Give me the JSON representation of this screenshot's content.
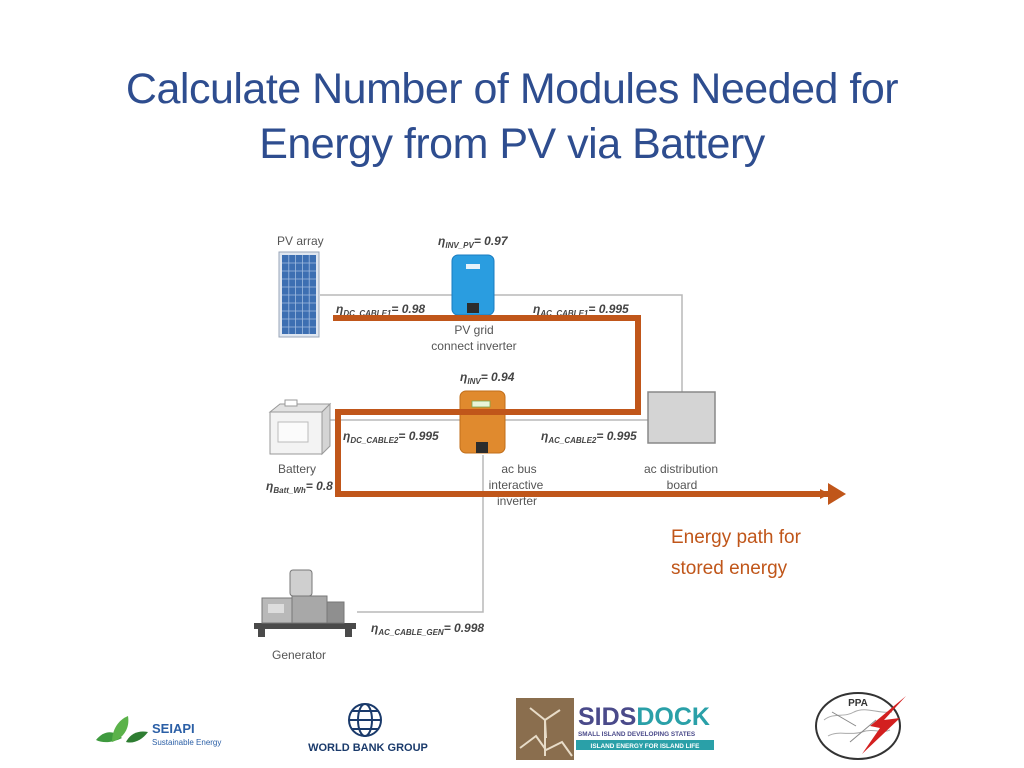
{
  "slide": {
    "title_line1": "Calculate Number of Modules Needed for",
    "title_line2": "Energy from PV via Battery"
  },
  "diagram": {
    "pv_array_label": "PV array",
    "eta_inv_pv": {
      "sub": "INV_PV",
      "value": "= 0.97"
    },
    "eta_dc_cable1": {
      "sub": "DC_CABLE1",
      "value": "= 0.98"
    },
    "eta_ac_cable1": {
      "sub": "AC_CABLE1",
      "value": "= 0.995"
    },
    "pv_inverter_label_line1": "PV grid",
    "pv_inverter_label_line2": "connect inverter",
    "eta_inv": {
      "sub": "INV",
      "value": "= 0.94"
    },
    "eta_dc_cable2": {
      "sub": "DC_CABLE2",
      "value": "= 0.995"
    },
    "eta_ac_cable2": {
      "sub": "AC_CABLE2",
      "value": "= 0.995"
    },
    "battery_label": "Battery",
    "eta_batt": {
      "sub": "Batt_Wh",
      "value": "= 0.8"
    },
    "ac_bus_label_line1": "ac bus",
    "ac_bus_label_line2": "interactive",
    "ac_bus_label_line3": "inverter",
    "distribution_label_line1": "ac distribution",
    "distribution_label_line2": "board",
    "eta_ac_cable_gen": {
      "sub": "AC_CABLE_GEN",
      "value": "= 0.998"
    },
    "generator_label": "Generator",
    "eta_symbol": "η"
  },
  "legend": {
    "line1": "Energy path for",
    "line2": "stored energy"
  },
  "logos": {
    "seiapi_name": "SEIAPI",
    "seiapi_tagline": "Sustainable Energy",
    "world_bank": "WORLD BANK GROUP",
    "sids": "SIDS",
    "dock": "DOCK",
    "sids_subtitle": "SMALL ISLAND DEVELOPING STATES",
    "sids_tagline": "ISLAND ENERGY FOR ISLAND LIFE",
    "ppa": "PPA"
  },
  "colors": {
    "title": "#2e4d8f",
    "energy_path": "#c0561a",
    "wire": "#b8b8b8",
    "pv_inverter": "#2a9de0",
    "ac_inverter": "#e08a2e",
    "distribution_board": "#d4d4d4"
  }
}
